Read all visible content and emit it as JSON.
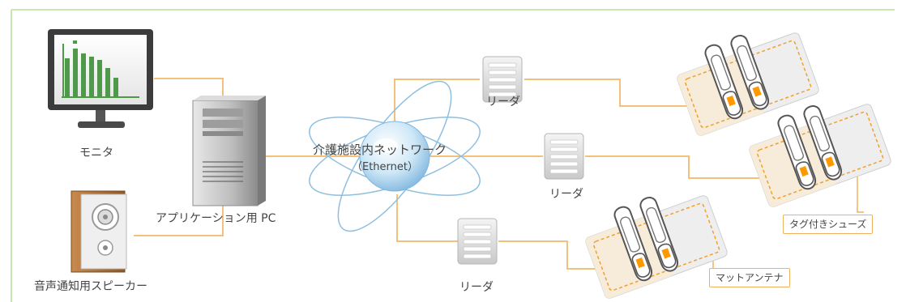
{
  "colors": {
    "frame_border": "#c8e6b0",
    "connector": "#f2c27a",
    "callout_border": "#f0b25e",
    "network_globe": "#a9d4f0",
    "orbit_ring": "#8fbfe0",
    "monitor_chart_bars": "#4f9a4a",
    "speaker_cabinet": "#b5773c",
    "shoe_accent": "#ff9900"
  },
  "icons": {
    "monitor": "monitor-icon",
    "pc": "pc-tower-icon",
    "speaker": "speaker-icon",
    "network": "network-globe-icon",
    "reader": "reader-device-icon",
    "mat": "mat-antenna-icon",
    "shoes": "tagged-shoes-icon"
  },
  "diagram": {
    "monitor_label": "モニタ",
    "pc_label": "アプリケーション用 PC",
    "speaker_label": "音声通知用スピーカー",
    "network_label_line1": "介護施設内ネットワーク",
    "network_label_line2": "（Ethernet）",
    "reader_labels": [
      "リーダ",
      "リーダ",
      "リーダ"
    ],
    "tagged_shoes_label": "タグ付きシューズ",
    "mat_antenna_label": "マットアンテナ"
  }
}
